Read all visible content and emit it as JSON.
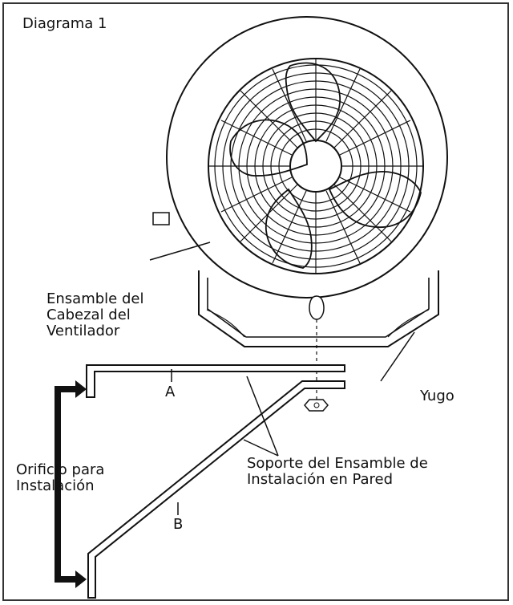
{
  "diagram": {
    "title": "Diagrama 1",
    "labels": {
      "fan_head_line1": "Ensamble del",
      "fan_head_line2": "Cabezal del",
      "fan_head_line3": "Ventilador",
      "yoke": "Yugo",
      "mount_hole_line1": "Orificio para",
      "mount_hole_line2": "Instalación",
      "bracket_line1": "Soporte del Ensamble de",
      "bracket_line2": "Instalación en Pared",
      "point_a": "A",
      "point_b": "B"
    }
  }
}
